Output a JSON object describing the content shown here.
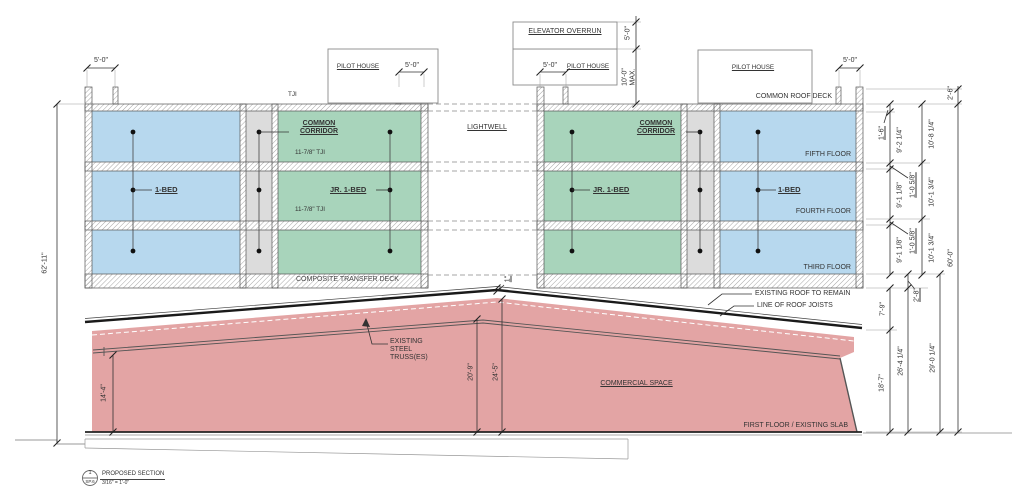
{
  "drawing": {
    "detail_number": "1",
    "sheet_number": "SP.6",
    "sheet_title": "PROPOSED SECTION",
    "scale": "3/16\" = 1'-0\""
  },
  "labels": {
    "tji": "TJI",
    "tji_joist_depth": "11-7/8\" TJI",
    "pilot_house": "PILOT HOUSE",
    "elevator_overrun": "ELEVATOR OVERRUN",
    "common_roof_deck": "COMMON ROOF DECK",
    "common_corridor_line1": "COMMON",
    "common_corridor_line2": "CORRIDOR",
    "lightwell": "LIGHTWELL",
    "one_bed": "1-BED",
    "jr_one_bed": "JR. 1-BED",
    "fifth_floor": "FIFTH FLOOR",
    "fourth_floor": "FOURTH FLOOR",
    "third_floor": "THIRD FLOOR",
    "composite_transfer_deck": "COMPOSITE TRANSFER DECK",
    "existing_roof_to_remain": "EXISTING ROOF TO REMAIN",
    "line_of_roof_joists": "LINE OF ROOF JOISTS",
    "existing_steel_truss_line1": "EXISTING",
    "existing_steel_truss_line2": "STEEL",
    "existing_steel_truss_line3": "TRUSS(ES)",
    "commercial_space": "COMMERCIAL SPACE",
    "first_floor_existing_slab": "FIRST FLOOR / EXISTING SLAB"
  },
  "dimensions": {
    "parapet_setback": "5'-0\"",
    "elevator_overrun_height": "5'-0\"",
    "pilot_house_max_line1": "10'-0\"",
    "pilot_house_max_line2": "MAX.",
    "parapet_height": "2'-6\"",
    "roof_structure_depth": "1'-6\"",
    "fifth_floor_clear": "9'-2 1/4\"",
    "fifth_floor_total": "10'-8 1/4\"",
    "floor_assembly_depth": "1'-0 5/8\"",
    "typical_floor_clear": "9'-1 1/8\"",
    "typical_floor_total": "10'-1 3/4\"",
    "overall_height_right": "60'-0\"",
    "overall_height_left": "62'-11\"",
    "peak_gap": "1\"",
    "deck_to_roof_edge": "7'-9\"",
    "transfer_deck_depth": "2'-8\"",
    "roof_edge_to_slab": "18'-7\"",
    "roof_to_slab_total": "26'-4 1/4\"",
    "deck_top_to_slab": "29'-0 1/4\"",
    "truss_clear_height": "20'-9\"",
    "peak_clear_height": "24'-5\"",
    "left_truss_clear": "14'-4\""
  },
  "colors": {
    "unit_blue": "#b7d8ee",
    "unit_green": "#a8d4bb",
    "corridor_gray": "#dcdcdc",
    "commercial_pink": "#e3a4a4"
  }
}
